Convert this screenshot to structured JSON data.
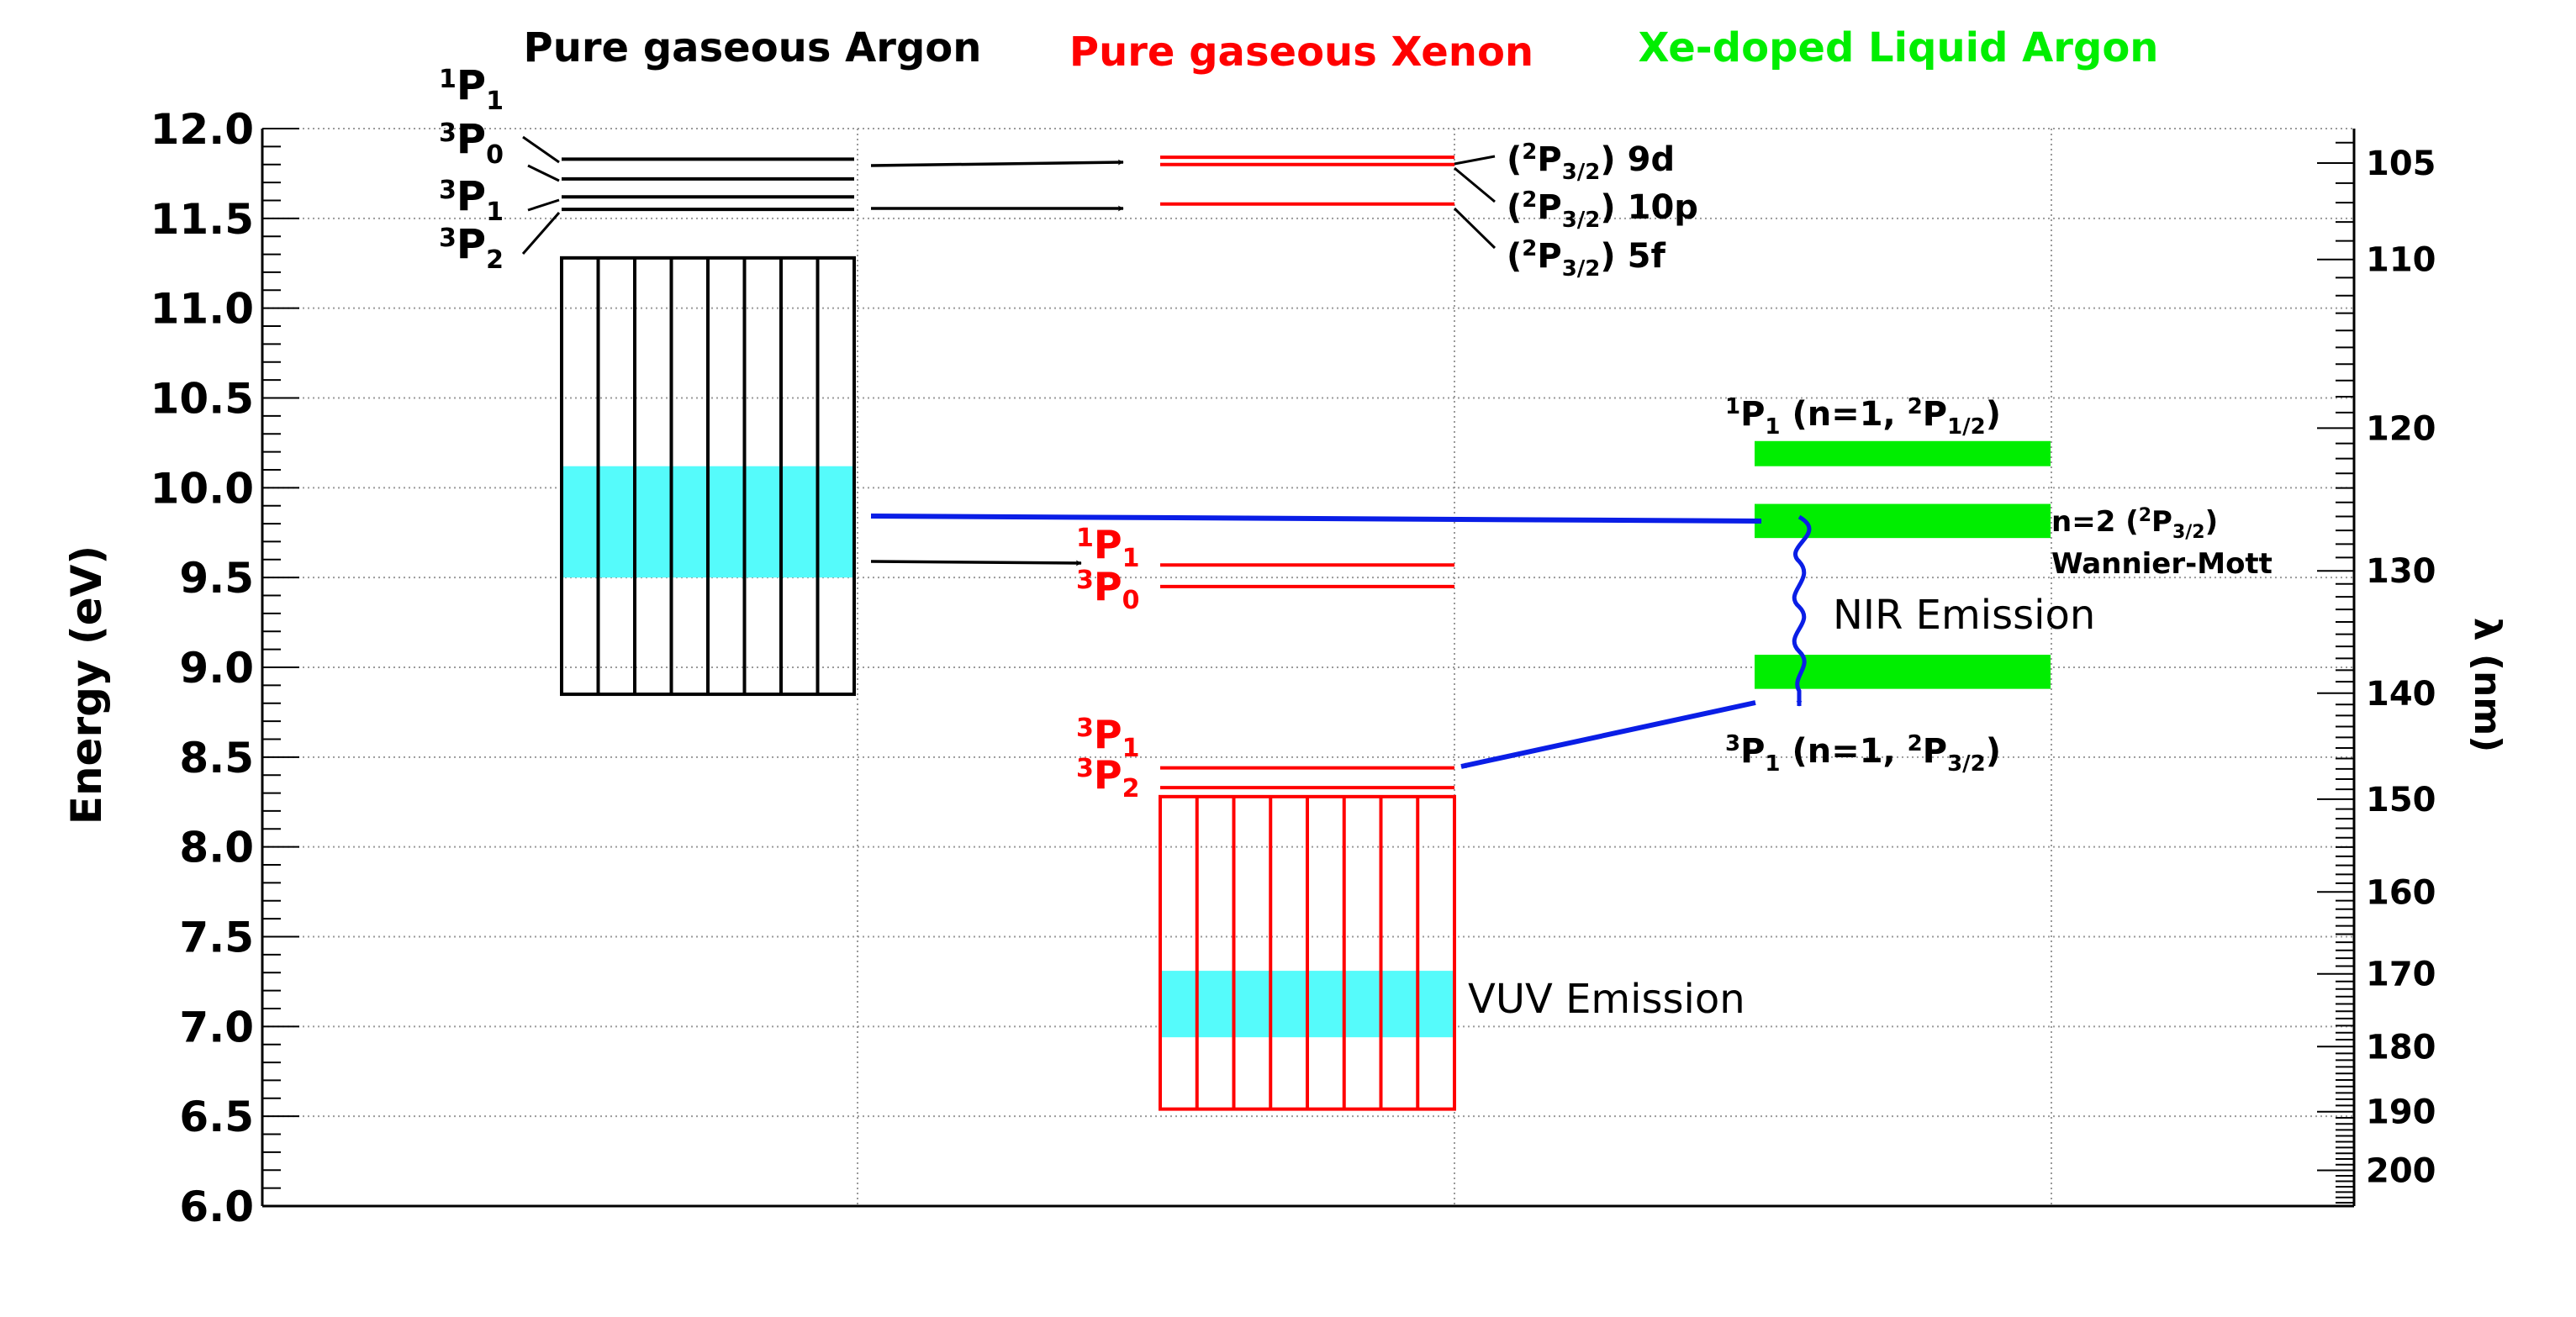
{
  "columns": {
    "argon": {
      "title": "Pure gaseous Argon",
      "color": "#000000"
    },
    "xenon": {
      "title": "Pure gaseous Xenon",
      "color": "#ff0000"
    },
    "xe_doped_lar": {
      "title": "Xe-doped Liquid Argon",
      "color": "#00ee00"
    }
  },
  "axes": {
    "left": {
      "label": "Energy (eV)",
      "unit": "eV",
      "range": [
        6.0,
        12.0
      ],
      "tick_labels": [
        "6.0",
        "6.5",
        "7.0",
        "7.5",
        "8.0",
        "8.5",
        "9.0",
        "9.5",
        "10.0",
        "10.5",
        "11.0",
        "11.5",
        "12.0"
      ]
    },
    "right": {
      "label": "λ (nm)",
      "unit": "nm",
      "tick_labels": [
        "105",
        "110",
        "120",
        "130",
        "140",
        "150",
        "160",
        "170",
        "180",
        "190",
        "200"
      ],
      "tick_values": [
        105,
        110,
        120,
        130,
        140,
        150,
        160,
        170,
        180,
        190,
        200
      ]
    }
  },
  "argon_levels": [
    {
      "term": "1P1",
      "energy": 11.83
    },
    {
      "term": "3P0",
      "energy": 11.72
    },
    {
      "term": "3P1",
      "energy": 11.62
    },
    {
      "term": "3P2",
      "energy": 11.55
    }
  ],
  "argon_level_labels": [
    {
      "sup": "1",
      "base": "P",
      "sub": "1"
    },
    {
      "sup": "3",
      "base": "P",
      "sub": "0"
    },
    {
      "sup": "3",
      "base": "P",
      "sub": "1"
    },
    {
      "sup": "3",
      "base": "P",
      "sub": "2"
    }
  ],
  "argon_band": {
    "energy_range": [
      8.85,
      11.28
    ],
    "highlight_range": [
      9.5,
      10.12
    ]
  },
  "xenon_high_levels": [
    {
      "label_sup": "2",
      "label_base": "P",
      "label_sub": "3/2",
      "label_tail": "9d",
      "energy": 11.84
    },
    {
      "label_sup": "2",
      "label_base": "P",
      "label_sub": "3/2",
      "label_tail": "10p",
      "energy": 11.8
    },
    {
      "label_sup": "2",
      "label_base": "P",
      "label_sub": "3/2",
      "label_tail": "5f",
      "energy": 11.58
    }
  ],
  "xenon_mid_levels": [
    {
      "term": "1P1",
      "sup": "1",
      "base": "P",
      "sub": "1",
      "energy": 9.57
    },
    {
      "term": "3P0",
      "sup": "3",
      "base": "P",
      "sub": "0",
      "energy": 9.45
    }
  ],
  "xenon_low_levels": [
    {
      "term": "3P1",
      "sup": "3",
      "base": "P",
      "sub": "1",
      "energy": 8.44
    },
    {
      "term": "3P2",
      "sup": "3",
      "base": "P",
      "sub": "2",
      "energy": 8.33
    }
  ],
  "xenon_band": {
    "energy_range": [
      6.54,
      8.28
    ],
    "highlight_range": [
      6.94,
      7.31
    ]
  },
  "xe_lar_levels": [
    {
      "name": "1P1 (n=1, 2P1/2)",
      "energy_range": [
        10.12,
        10.26
      ]
    },
    {
      "name": "n=2 (2P3/2) Wannier-Mott",
      "energy_range": [
        9.72,
        9.91
      ]
    },
    {
      "name": "3P1 (n=1, 2P3/2)",
      "energy_range": [
        8.88,
        9.07
      ]
    }
  ],
  "xe_lar_labels": {
    "upper": {
      "sup1": "1",
      "base1": "P",
      "sub1": "1",
      "mid": " (n=1, ",
      "sup2": "2",
      "base2": "P",
      "sub2": "1/2",
      "tail": ")"
    },
    "lower": {
      "sup1": "3",
      "base1": "P",
      "sub1": "1",
      "mid": " (n=1, ",
      "sup2": "2",
      "base2": "P",
      "sub2": "3/2",
      "tail": ")"
    },
    "n2_line1": {
      "pre": "n=2 (",
      "sup": "2",
      "base": "P",
      "sub": "3/2",
      "tail": ")"
    },
    "n2_line2": "Wannier-Mott"
  },
  "emissions": {
    "nir": "NIR Emission",
    "vuv": "VUV Emission"
  },
  "colors": {
    "argon": "#000000",
    "xenon": "#ff0000",
    "xe_lar": "#00ee00",
    "highlight": "#55fbfb",
    "transfer_arrow": "#0a1ee6",
    "grid": "#9a9a9a"
  }
}
